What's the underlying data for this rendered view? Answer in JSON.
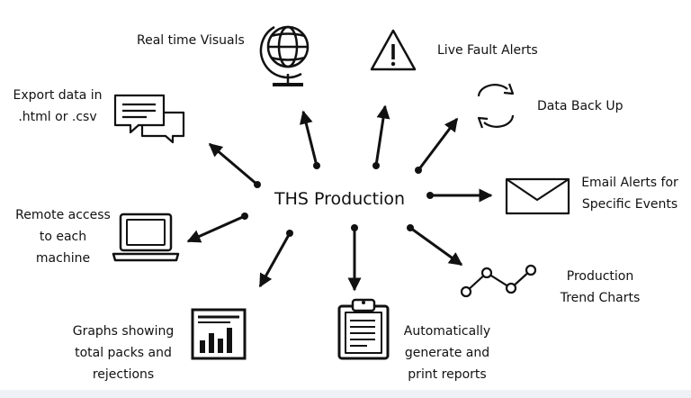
{
  "center": {
    "label": "THS Production"
  },
  "features": {
    "real_time_visuals": {
      "label": "Real time Visuals",
      "icon": "globe-icon"
    },
    "live_fault_alerts": {
      "label": "Live Fault Alerts",
      "icon": "warning-triangle-icon"
    },
    "data_back_up": {
      "label": "Data Back Up",
      "icon": "sync-arrows-icon"
    },
    "export_data": {
      "lines": [
        "Export data in",
        ".html or .csv"
      ],
      "icon": "chat-bubbles-icon"
    },
    "email_alerts": {
      "lines": [
        "Email Alerts for",
        "Specific Events"
      ],
      "icon": "envelope-icon"
    },
    "remote_access": {
      "lines": [
        "Remote access",
        "to each",
        "machine"
      ],
      "icon": "laptop-icon"
    },
    "trend_charts": {
      "lines": [
        "Production",
        "Trend Charts"
      ],
      "icon": "line-chart-icon"
    },
    "graphs": {
      "lines": [
        "Graphs showing",
        "total packs and",
        "rejections"
      ],
      "icon": "bar-chart-icon"
    },
    "reports": {
      "lines": [
        "Automatically",
        "generate and",
        "print reports"
      ],
      "icon": "clipboard-icon"
    }
  },
  "colors": {
    "ink": "#111111",
    "background": "#ffffff",
    "strip": "#eef1f5"
  }
}
